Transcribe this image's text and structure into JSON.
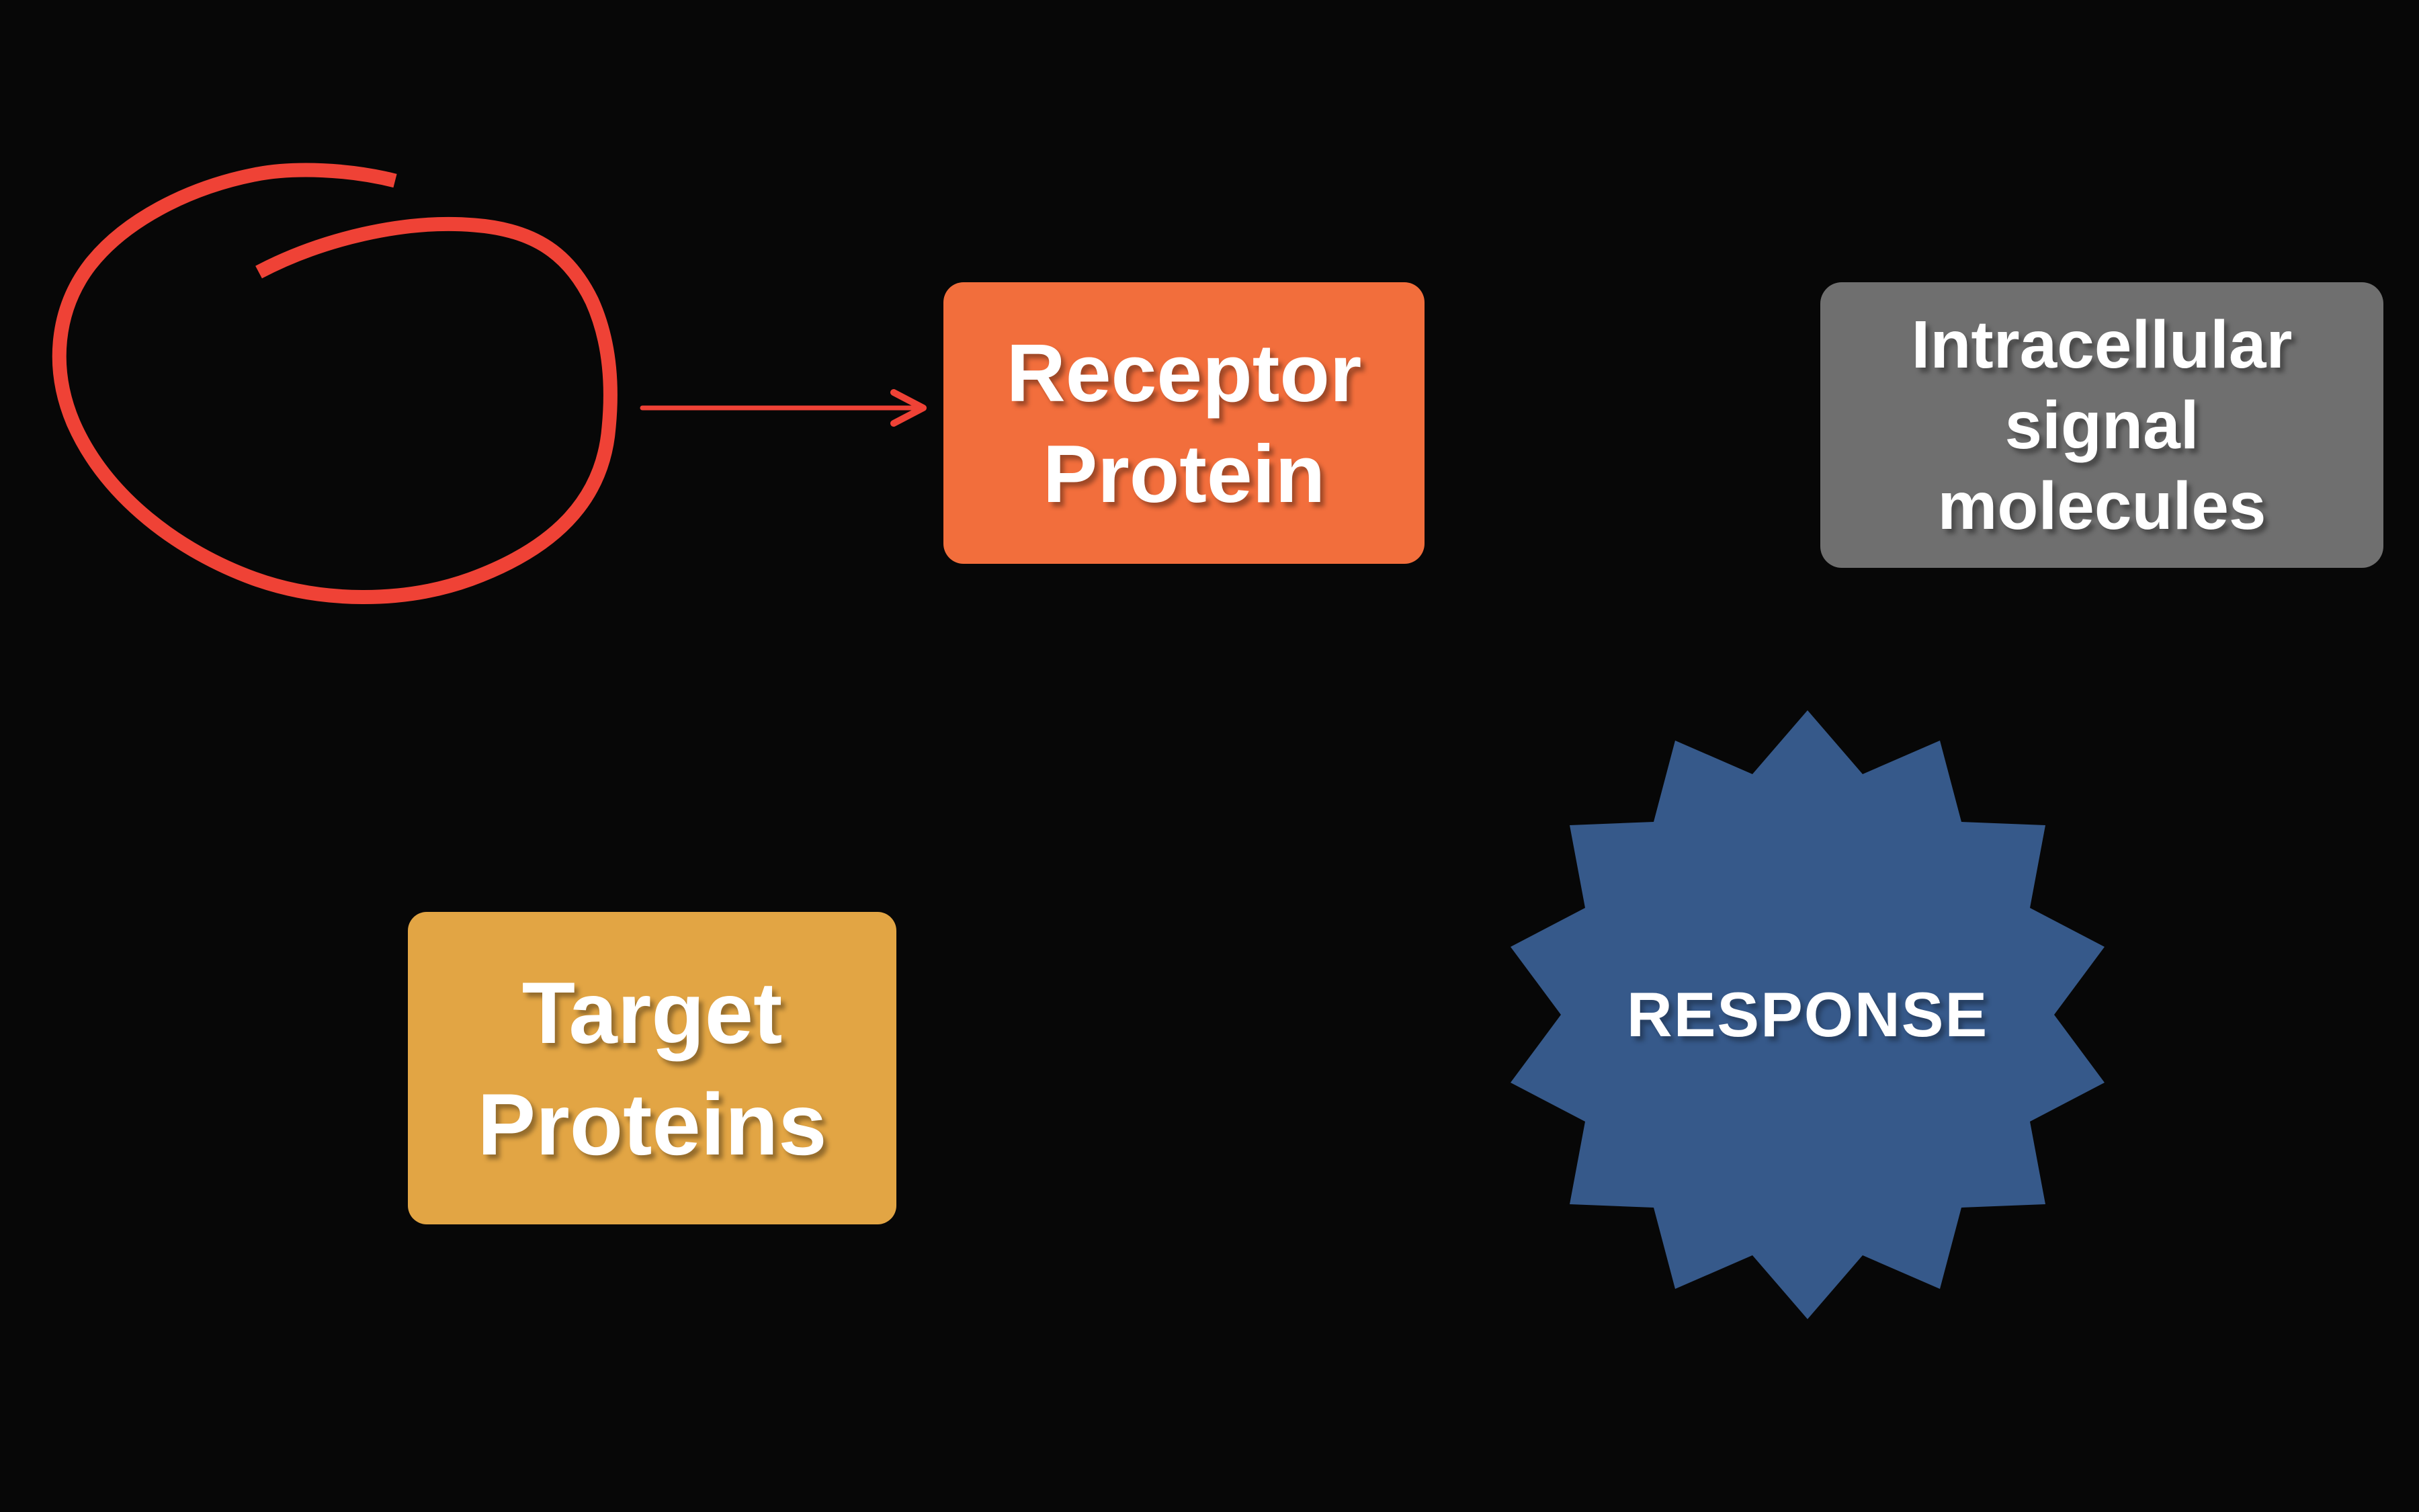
{
  "slide": {
    "background_color": "#070707",
    "description": "Cell signaling pathway diagram on black background"
  },
  "annotation": {
    "shape": "hand-drawn-marker-circle",
    "color": "#EF4236"
  },
  "arrow": {
    "color": "#EF4236",
    "direction": "right"
  },
  "boxes": {
    "receptor": {
      "lines": [
        "Receptor",
        "Protein"
      ],
      "fill": "#F26E3C",
      "text_color": "#FFFFFF"
    },
    "signal": {
      "lines": [
        "Intracellular",
        "signal",
        "molecules"
      ],
      "fill": "#6F6F6F",
      "text_color": "#FFFFFF"
    },
    "target": {
      "lines": [
        "Target",
        "Proteins"
      ],
      "fill": "#E2A544",
      "text_color": "#FFFFFF"
    }
  },
  "star": {
    "label": "RESPONSE",
    "fill": "#36598A",
    "point_count": 14,
    "text_color": "#FFFFFF"
  }
}
